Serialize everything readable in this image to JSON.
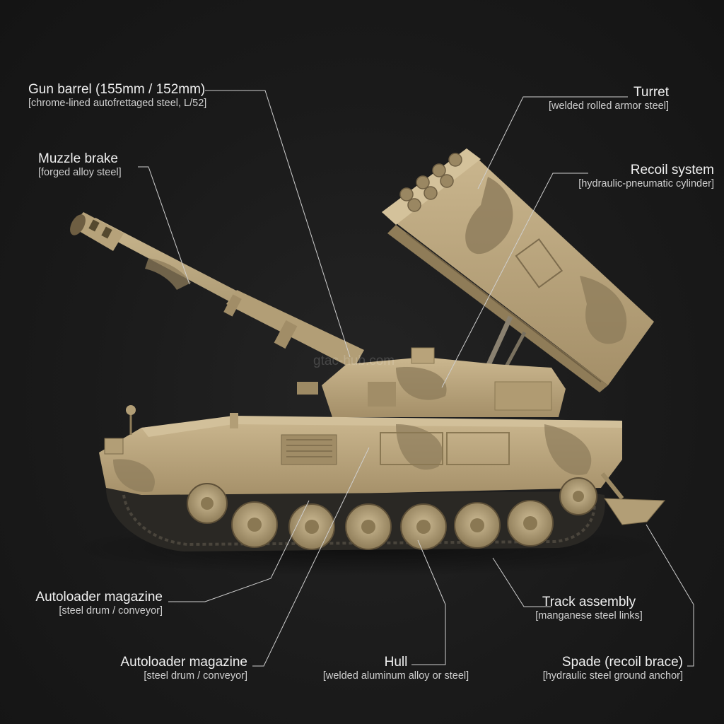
{
  "watermark": "gtac-hub.com",
  "callouts": [
    {
      "id": "gun-barrel",
      "title": "Gun barrel (155mm / 152mm)",
      "material": "[chrome-lined autofrettaged steel, L/52]"
    },
    {
      "id": "muzzle-brake",
      "title": "Muzzle brake",
      "material": "[forged alloy steel]"
    },
    {
      "id": "turret",
      "title": "Turret",
      "material": "[welded rolled armor steel]"
    },
    {
      "id": "recoil-system",
      "title": "Recoil system",
      "material": "[hydraulic-pneumatic cylinder]"
    },
    {
      "id": "autoloader-1",
      "title": "Autoloader magazine",
      "material": "[steel drum / conveyor]"
    },
    {
      "id": "autoloader-2",
      "title": "Autoloader magazine",
      "material": "[steel drum / conveyor]"
    },
    {
      "id": "hull",
      "title": "Hull",
      "material": "[welded aluminum alloy or steel]"
    },
    {
      "id": "track-assembly",
      "title": "Track assembly",
      "material": "[manganese steel links]"
    },
    {
      "id": "spade",
      "title": "Spade (recoil brace)",
      "material": "[hydraulic steel ground anchor]"
    }
  ],
  "colors": {
    "background": "#1b1b1b",
    "tan": "#b8a37a",
    "camo_dark": "#8c7b5a",
    "camo_light": "#cdbb94",
    "track": "#2a2824",
    "leader_line": "#cfcfcf"
  }
}
